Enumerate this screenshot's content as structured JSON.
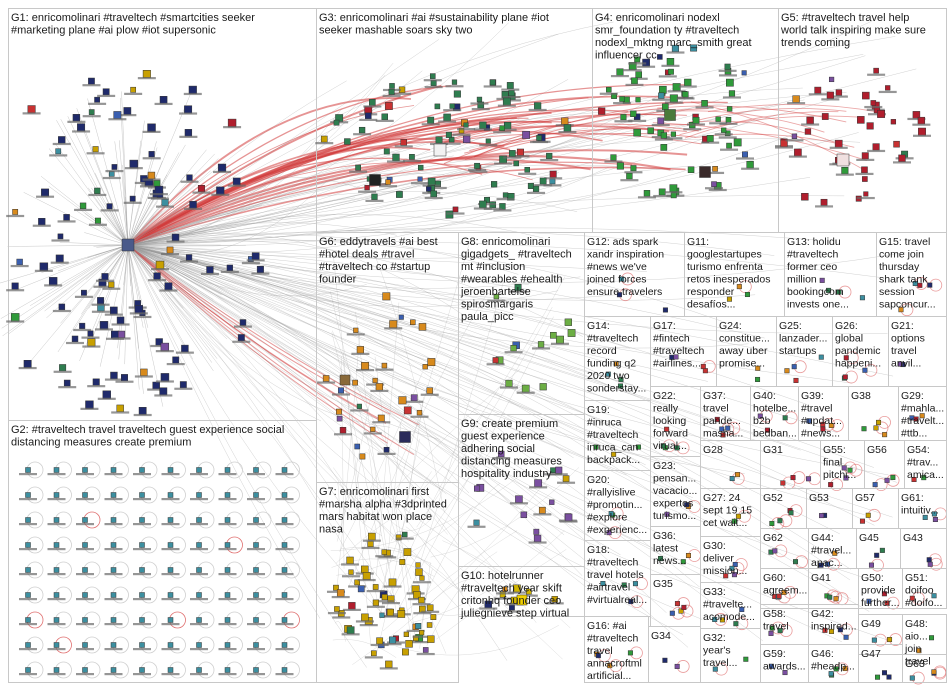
{
  "groups": [
    {
      "id": "G1",
      "lines": [
        "G1: enricomolinari #traveltech #smartcities seeker",
        "#marketing plane #ai plow #iot supersonic"
      ]
    },
    {
      "id": "G2",
      "lines": [
        "G2: #traveltech travel traveltech guest experience social",
        "distancing measures create premium"
      ]
    },
    {
      "id": "G3",
      "lines": [
        "G3: enricomolinari #ai #sustainability plane #iot",
        "seeker mashable soars sky two"
      ]
    },
    {
      "id": "G4",
      "lines": [
        "G4: enricomolinari nodexl",
        "smr_foundation ty #traveltech",
        "nodexl_mktng marc_smith great",
        "influencer cc"
      ]
    },
    {
      "id": "G5",
      "lines": [
        "G5: #traveltech travel help",
        "world talk inspiring make sure",
        "trends coming"
      ]
    },
    {
      "id": "G6",
      "lines": [
        "G6: eddytravels #ai best",
        "#hotel deals #travel",
        "#traveltech co #startup",
        "founder"
      ]
    },
    {
      "id": "G7",
      "lines": [
        "G7: enricomolinari first",
        "#marsha alpha #3dprinted",
        "mars habitat won place",
        "nasa"
      ]
    },
    {
      "id": "G8",
      "lines": [
        "G8: enricomolinari",
        "gigadgets_ #traveltech",
        "mt #inclusion",
        "#wearables #ehealth",
        "jeroenbartelse",
        "spirosmargaris",
        "paula_picc"
      ]
    },
    {
      "id": "G9",
      "lines": [
        "G9: create premium",
        "guest experience",
        "adhering social",
        "distancing measures",
        "hospitality industry"
      ]
    },
    {
      "id": "G10",
      "lines": [
        "G10: hotelrunner",
        "#traveltech year skift",
        "critonhq founder ceo",
        "juliegnieve step virtual"
      ]
    },
    {
      "id": "G11",
      "lines": [
        "G11:",
        "googlestartupes",
        "turismo enfrenta",
        "retos inesperados",
        "responder",
        "desafíos..."
      ]
    },
    {
      "id": "G12",
      "lines": [
        "G12: ads spark",
        "xandr inspiration",
        "#news we've",
        "joined forces",
        "ensure travelers"
      ]
    },
    {
      "id": "G13",
      "lines": [
        "G13: holidu",
        "#traveltech",
        "former ceo",
        "million",
        "bookingcom",
        "invests one..."
      ]
    },
    {
      "id": "G14",
      "lines": [
        "G14:",
        "#traveltech",
        "record",
        "funding q2",
        "2020 two",
        "sonderstay..."
      ]
    },
    {
      "id": "G15",
      "lines": [
        "G15: travel",
        "come join",
        "thursday",
        "shark tank",
        "session",
        "sapconcur..."
      ]
    },
    {
      "id": "G16",
      "lines": [
        "G16: #ai",
        "#traveltech",
        "travel",
        "annacroftml",
        "artificial..."
      ]
    },
    {
      "id": "G17",
      "lines": [
        "G17:",
        "#fintech",
        "#traveltech",
        "#airlines..."
      ]
    },
    {
      "id": "G18",
      "lines": [
        "G18:",
        "#traveltech",
        "travel hotels",
        "#airtravel",
        "#virtualreal..."
      ]
    },
    {
      "id": "G19",
      "lines": [
        "G19:",
        "#inruca",
        "#traveltech",
        "inruca_can",
        "backpack..."
      ]
    },
    {
      "id": "G20",
      "lines": [
        "G20:",
        "#rallyislive",
        "#promotin...",
        "#explore",
        "#experienc..."
      ]
    },
    {
      "id": "G21",
      "lines": [
        "G21:",
        "options",
        "travel",
        "anvil..."
      ]
    },
    {
      "id": "G22",
      "lines": [
        "G22:",
        "really",
        "looking",
        "forward",
        "virual..."
      ]
    },
    {
      "id": "G23",
      "lines": [
        "G23:",
        "pensan...",
        "vacacio...",
        "expertos",
        "turismo..."
      ]
    },
    {
      "id": "G24",
      "lines": [
        "G24:",
        "constitue...",
        "away uber",
        "promise..."
      ]
    },
    {
      "id": "G25",
      "lines": [
        "G25:",
        "lanzader...",
        "startups"
      ]
    },
    {
      "id": "G26",
      "lines": [
        "G26:",
        "global",
        "pandemic",
        "happeni..."
      ]
    },
    {
      "id": "G27",
      "lines": [
        "G27: 24",
        "sept 19 15",
        "cet wait..."
      ]
    },
    {
      "id": "G28",
      "lines": [
        "G28"
      ]
    },
    {
      "id": "G29",
      "lines": [
        "G29:",
        "#mahla...",
        "#travelt...",
        "#ttb..."
      ]
    },
    {
      "id": "G30",
      "lines": [
        "G30:",
        "deliver",
        "mission..."
      ]
    },
    {
      "id": "G31",
      "lines": [
        "G31"
      ]
    },
    {
      "id": "G32",
      "lines": [
        "G32:",
        "year's",
        "travel..."
      ]
    },
    {
      "id": "G33",
      "lines": [
        "G33:",
        "#travelte...",
        "acomode..."
      ]
    },
    {
      "id": "G34",
      "lines": [
        "G34"
      ]
    },
    {
      "id": "G35",
      "lines": [
        "G35"
      ]
    },
    {
      "id": "G36",
      "lines": [
        "G36:",
        "latest",
        "news..."
      ]
    },
    {
      "id": "G37",
      "lines": [
        "G37:",
        "travel",
        "pande...",
        "masha..."
      ]
    },
    {
      "id": "G38",
      "lines": [
        "G38"
      ]
    },
    {
      "id": "G39",
      "lines": [
        "G39:",
        "#travel",
        "#updat...",
        "#news..."
      ]
    },
    {
      "id": "G40",
      "lines": [
        "G40:",
        "hotelbe...",
        "b2b",
        "bedban..."
      ]
    },
    {
      "id": "G41",
      "lines": [
        "G41"
      ]
    },
    {
      "id": "G42",
      "lines": [
        "G42:",
        "inspired..."
      ]
    },
    {
      "id": "G43",
      "lines": [
        "G43"
      ]
    },
    {
      "id": "G44",
      "lines": [
        "G44:",
        "#travel...",
        "apac..."
      ]
    },
    {
      "id": "G45",
      "lines": [
        "G45"
      ]
    },
    {
      "id": "G46",
      "lines": [
        "G46:",
        "#headp..."
      ]
    },
    {
      "id": "G47",
      "lines": [
        "G47"
      ]
    },
    {
      "id": "G48",
      "lines": [
        "G48:",
        "aio...",
        "join",
        "travel"
      ]
    },
    {
      "id": "G49",
      "lines": [
        "G49"
      ]
    },
    {
      "id": "G50",
      "lines": [
        "G50:",
        "provide",
        "further..."
      ]
    },
    {
      "id": "G51",
      "lines": [
        "G51:",
        "doifoo",
        "#doifo..."
      ]
    },
    {
      "id": "G52",
      "lines": [
        "G52"
      ]
    },
    {
      "id": "G53",
      "lines": [
        "G53"
      ]
    },
    {
      "id": "G54",
      "lines": [
        "G54:",
        "#trav...",
        "amica..."
      ]
    },
    {
      "id": "G55",
      "lines": [
        "G55:",
        "final",
        "pitchi..."
      ]
    },
    {
      "id": "G56",
      "lines": [
        "G56"
      ]
    },
    {
      "id": "G57",
      "lines": [
        "G57"
      ]
    },
    {
      "id": "G58",
      "lines": [
        "G58:",
        "travel"
      ]
    },
    {
      "id": "G59",
      "lines": [
        "G59:",
        "awards..."
      ]
    },
    {
      "id": "G60",
      "lines": [
        "G60:",
        "agreem..."
      ]
    },
    {
      "id": "G61",
      "lines": [
        "G61:",
        "intuitiv..."
      ]
    },
    {
      "id": "G62",
      "lines": [
        "G62"
      ]
    },
    {
      "id": "G63",
      "lines": [
        "G63"
      ]
    }
  ],
  "colors": {
    "box_border": "#c8c8c8",
    "edge_gray": "#9a9a9a",
    "edge_red": "#d23c3c",
    "G1": "#1f2a6b",
    "G2": "#3c8fa0",
    "G3": "#2e7d4f",
    "G4": "#2f9a3a",
    "G5": "#b01e2d",
    "G6": "#d88a1c",
    "G7": "#c8a000",
    "G8": "#6cae44",
    "G9": "#7a4fa0",
    "G10": "#d0b400"
  }
}
